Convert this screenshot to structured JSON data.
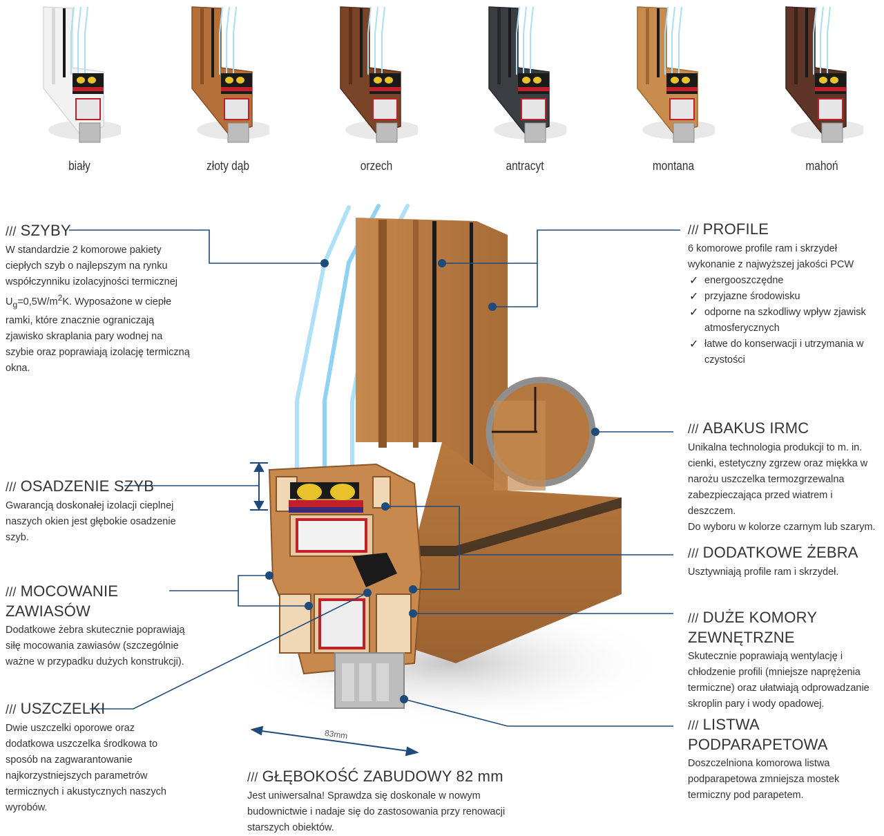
{
  "colors": {
    "accent": "#1e4b7a",
    "text": "#333333",
    "wood": "#b57a44",
    "glass": "#9fd8f2"
  },
  "swatches": [
    {
      "label": "biały",
      "color": "#f2f2f2",
      "edge": "#d9d9d9"
    },
    {
      "label": "złoty dąb",
      "color": "#b5703a",
      "edge": "#8a4f25"
    },
    {
      "label": "orzech",
      "color": "#7a4428",
      "edge": "#5a2e18"
    },
    {
      "label": "antracyt",
      "color": "#3a3d42",
      "edge": "#25272b"
    },
    {
      "label": "montana",
      "color": "#c88d4e",
      "edge": "#9c6a34"
    },
    {
      "label": "mahoń",
      "color": "#5e3526",
      "edge": "#3f2217"
    }
  ],
  "callouts": {
    "szyby": {
      "title": "SZYBY",
      "text1": "W standardzie 2 komorowe pakiety ciepłych szyb o najlepszym na rynku współczynniku izolacyjności termicznej U",
      "text_sub": "g",
      "text2": "=0,5W/m",
      "text_sup": "2",
      "text3": "K. Wyposażone w ciepłe ramki, które znacznie ograniczają zjawisko skraplania pary wodnej na szybie oraz poprawiają izolację termiczną okna."
    },
    "profile": {
      "title": "PROFILE",
      "text": "6 komorowe profile ram i skrzydeł wykonanie z najwyższej jakości PCW",
      "items": [
        "energooszczędne",
        "przyjazne środowisku",
        "odporne na szkodliwy wpływ zjawisk atmosferycznych",
        "łatwe do konserwacji i utrzymania w czystości"
      ]
    },
    "abakus": {
      "title": "ABAKUS IRMC",
      "text": "Unikalna technologia produkcji to m. in. cienki, estetyczny zgrzew oraz miękka w narożu uszczelka termozgrzewalna zabezpieczająca przed wiatrem i deszczem.",
      "text2": "Do wyboru w kolorze czarnym lub szarym."
    },
    "osadzenie": {
      "title": "OSADZENIE SZYB",
      "text": "Gwarancją doskonałej izolacji cieplnej naszych okien jest głębokie osadzenie szyb."
    },
    "zebra": {
      "title": "DODATKOWE ŻEBRA",
      "text": "Usztywniają profile ram i skrzydeł."
    },
    "mocowanie": {
      "title": "MOCOWANIE ZAWIASÓW",
      "text": "Dodatkowe żebra skutecznie poprawiają siłę mocowania zawiasów (szczególnie ważne w przypadku dużych konstrukcji)."
    },
    "komory": {
      "title": "DUŻE KOMORY ZEWNĘTRZNE",
      "text": "Skutecznie poprawiają wentylację i chłodzenie profili (mniejsze naprężenia termiczne) oraz ułatwiają odprowadzanie skroplin pary i wody opadowej."
    },
    "uszczelki": {
      "title": "USZCZELKI",
      "text": "Dwie uszczelki oporowe oraz dodatkowa uszczelka środkowa to sposób na zagwarantowanie najkorzystniejszych parametrów termicznych i akustycznych naszych wyrobów."
    },
    "listwa": {
      "title": "LISTWA PODPARAPETOWA",
      "text": "Doszczelniona komorowa listwa podparapetowa zmniejsza mostek termiczny pod parapetem."
    },
    "glebokosc": {
      "title": "GŁĘBOKOŚĆ ZABUDOWY 82 mm",
      "text": "Jest uniwersalna! Sprawdza się doskonale w nowym budownictwie i nadaje się do zastosowania przy renowacji starszych obiektów."
    }
  },
  "slashes": "///",
  "check": "✓",
  "dimension_label": "83mm"
}
